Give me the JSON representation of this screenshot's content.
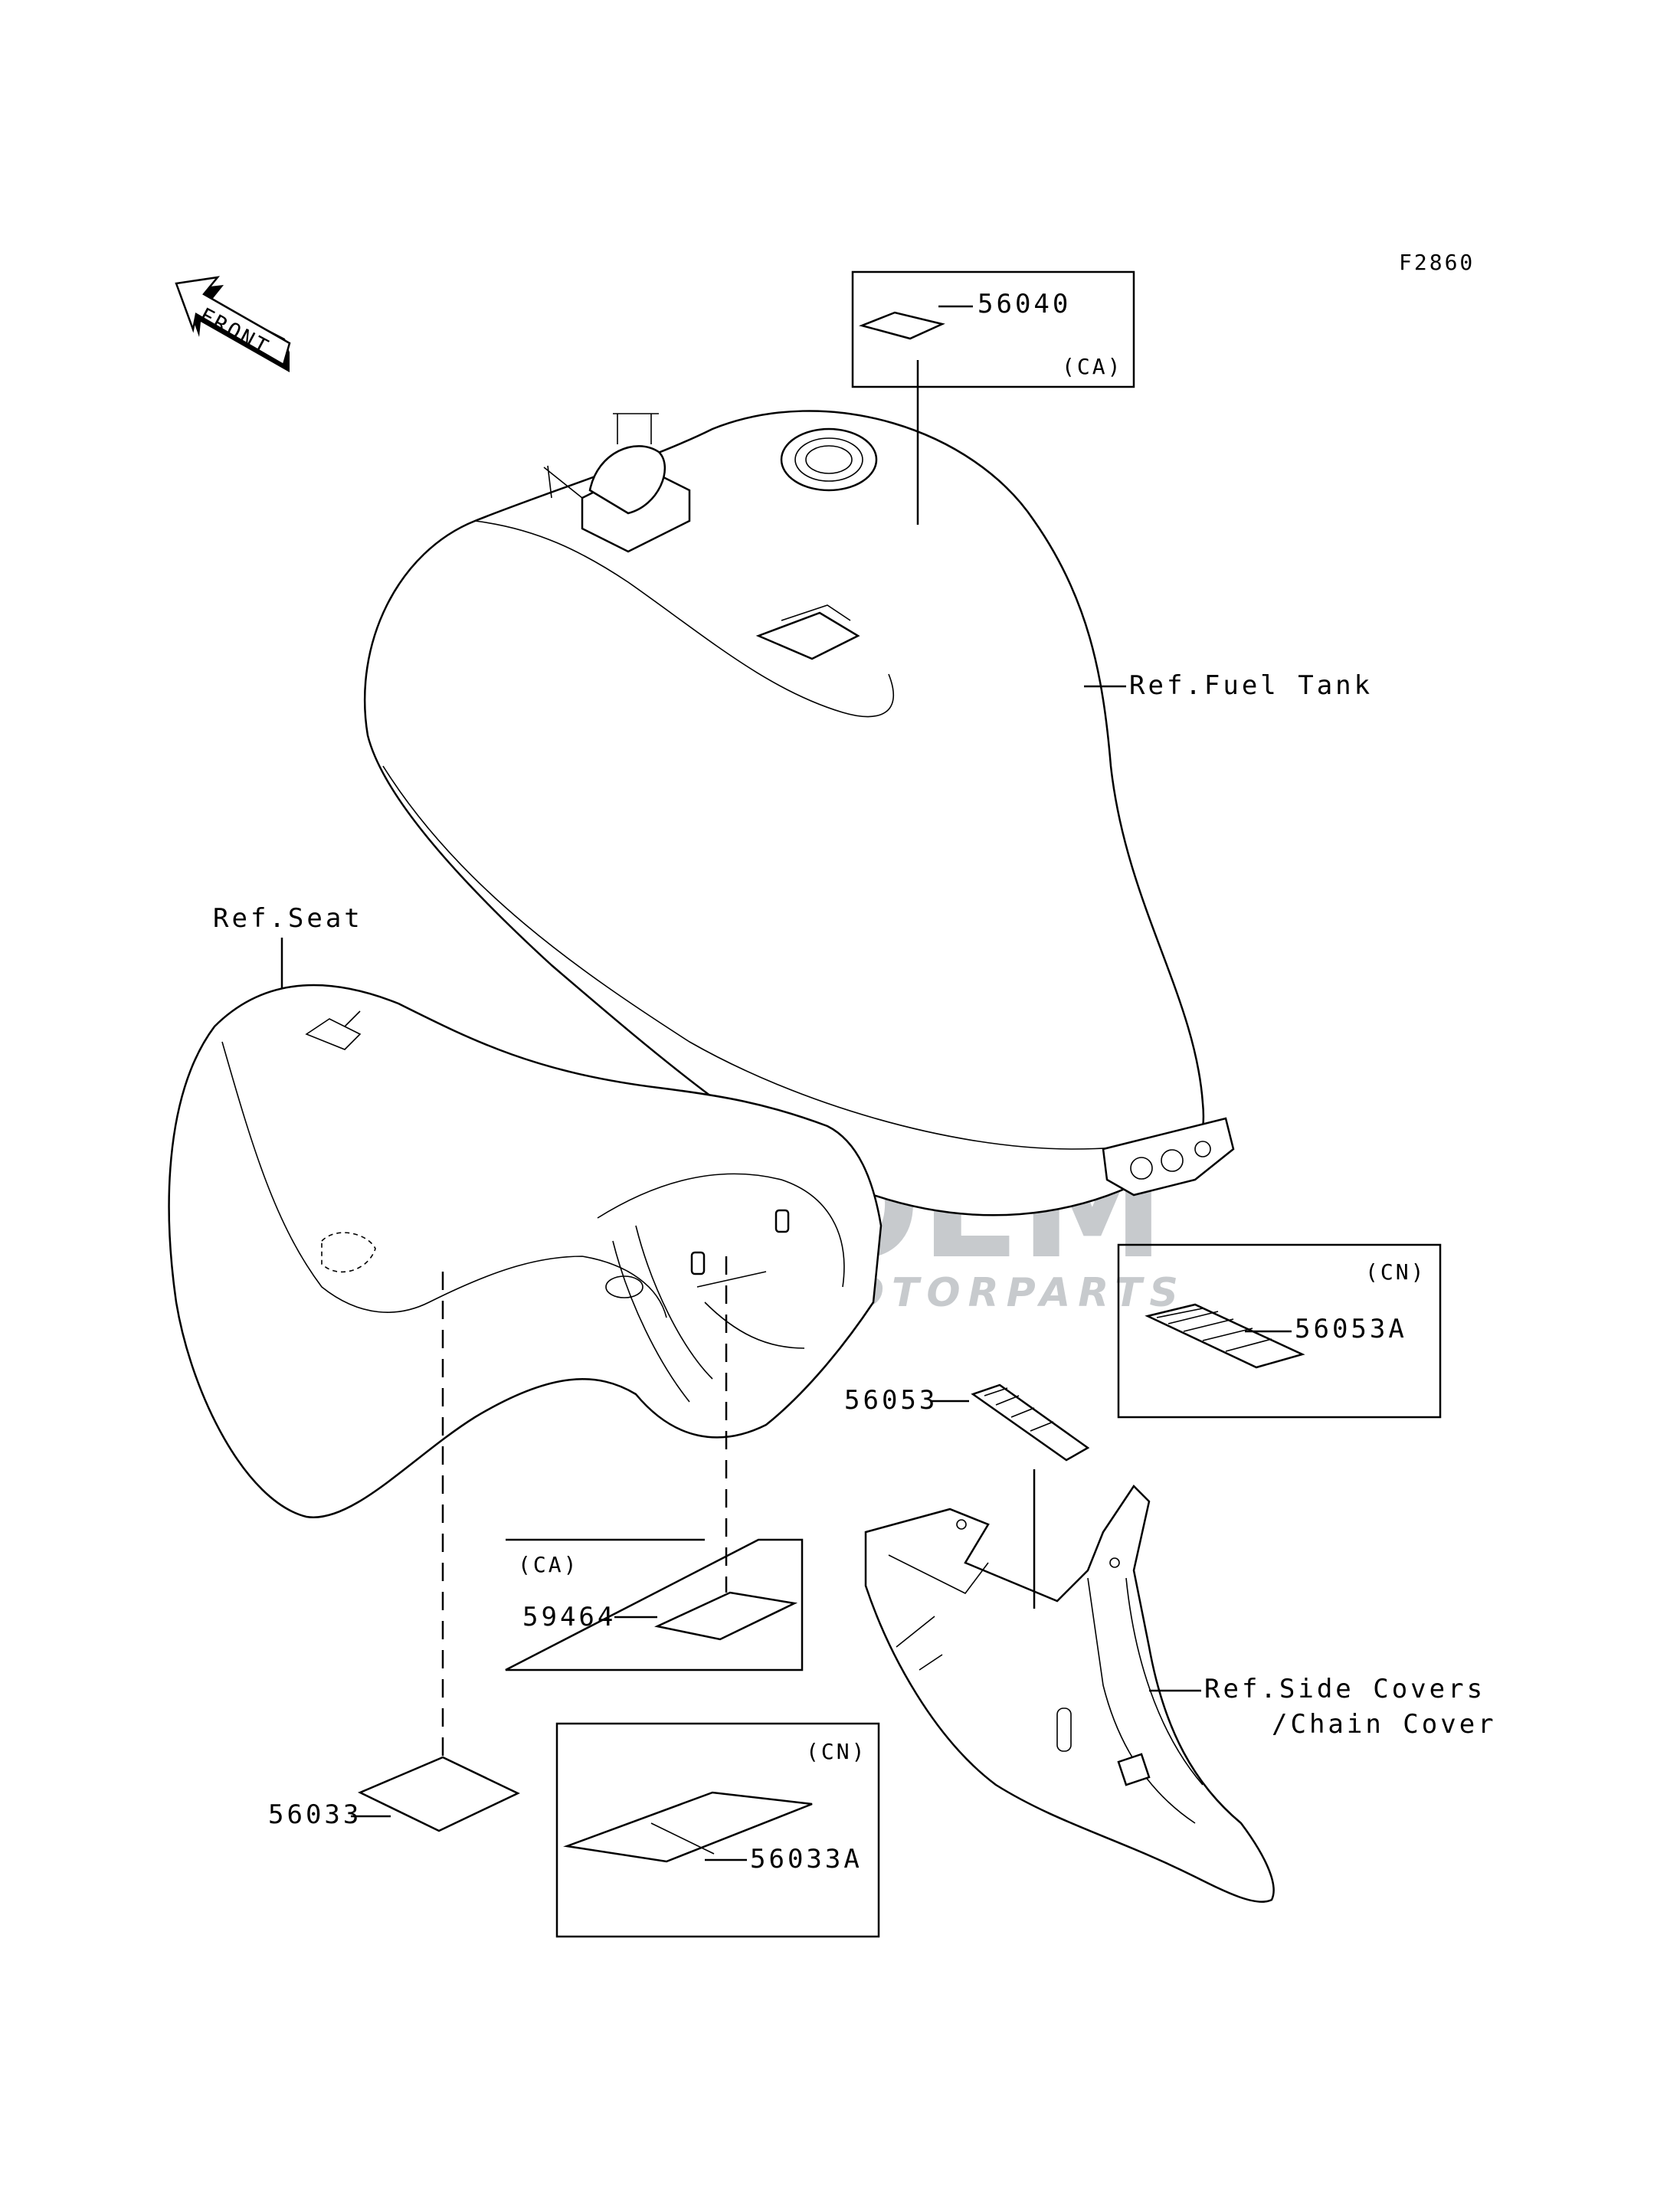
{
  "figure_code": "F2860",
  "front_arrow": {
    "label": "FRONT",
    "icon": "front-direction-arrow-icon"
  },
  "references": {
    "fuel_tank": "Ref.Fuel Tank",
    "seat": "Ref.Seat",
    "side_covers_line1": "Ref.Side Covers",
    "side_covers_line2": "/Chain Cover"
  },
  "parts": {
    "p56040": "56040",
    "p56053A": "56053A",
    "p56053": "56053",
    "p59464": "59464",
    "p56033": "56033",
    "p56033A": "56033A"
  },
  "region_tags": {
    "box_56040": "(CA)",
    "box_56053A": "(CN)",
    "box_59464": "(CA)",
    "box_56033A": "(CN)"
  },
  "watermark": {
    "brand": "OEM",
    "sub": "MOTORPARTS",
    "colors": {
      "blue": "#3aa8e0",
      "gray": "#9aa0a6"
    }
  }
}
